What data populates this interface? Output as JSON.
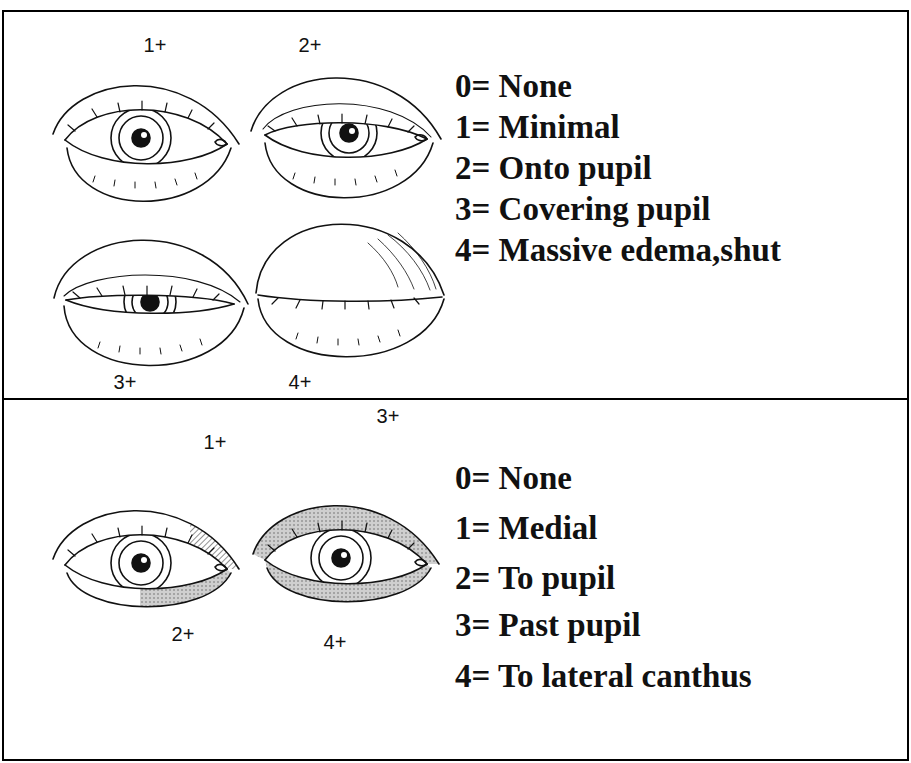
{
  "diagram": {
    "nodes": [
      {
        "text": [
          "1+",
          "2+",
          "0= None",
          "1= Minimal",
          "2= Onto pupil",
          "3= Covering pupil",
          "4= Massive edema,shut",
          "3+",
          "4+"
        ]
      },
      {
        "text": [
          "3+",
          "1+",
          "0= None",
          "1= Medial",
          "2= To pupil",
          "3= Past pupil",
          "4= To lateral canthus",
          "2+",
          "4+"
        ]
      }
    ]
  }
}
